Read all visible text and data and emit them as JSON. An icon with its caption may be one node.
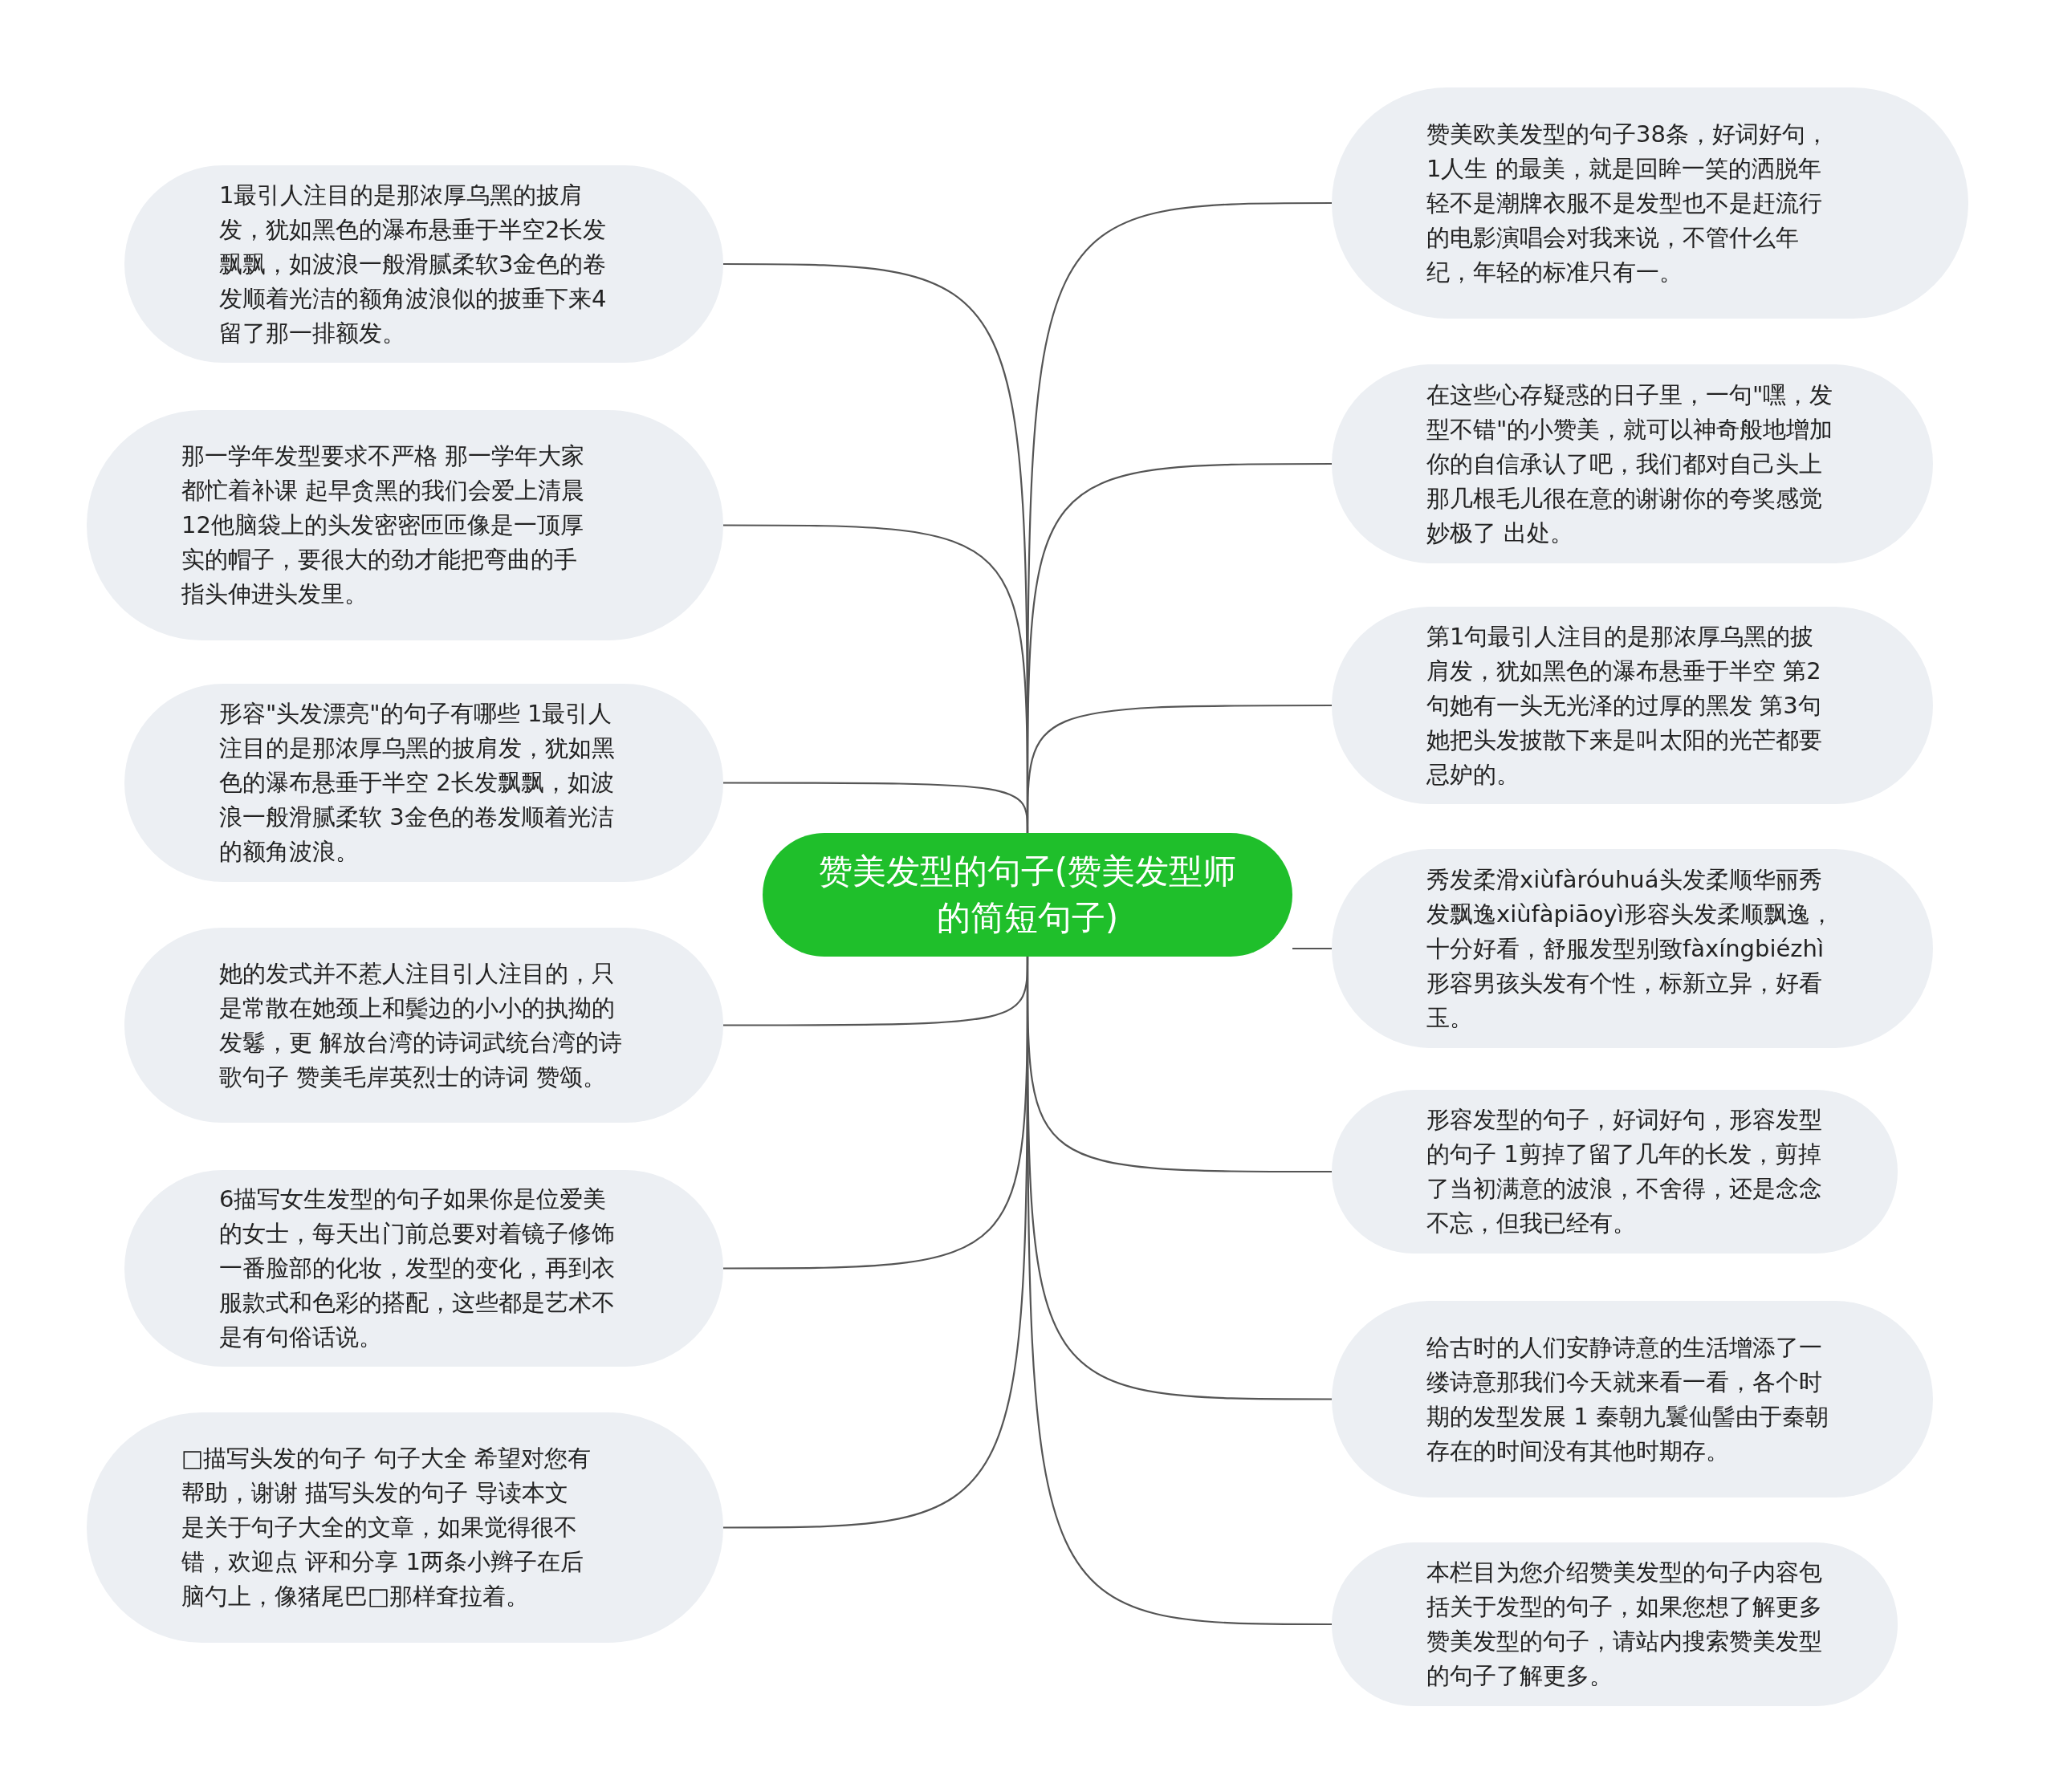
{
  "diagram": {
    "nodes": [
      {
        "text": [
          "赞美发型的句子(赞美发型师的简短句子)"
        ]
      },
      {
        "text": [
          "赞美欧美发型的句子38条，好词好句，1人生 的最美，就是回眸一笑的洒脱年轻不是潮牌衣服不是发型也不是赶流行的电影演唱会对我来说，不管什么年纪，年轻的标准只有一。"
        ]
      },
      {
        "text": [
          "在这些心存疑惑的日子里，一句\"嘿，发型不错\"的小赞美，就可以神奇般地增加你的自信承认了吧，我们都对自己头上那几根毛儿很在意的谢谢你的夸奖感觉妙极了 出处。"
        ]
      },
      {
        "text": [
          "第1句最引人注目的是那浓厚乌黑的披肩发，犹如黑色的瀑布悬垂于半空 第2句她有一头无光泽的过厚的黑发 第3句她把头发披散下来是叫太阳的光芒都要忌妒的。"
        ]
      },
      {
        "text": [
          "秀发柔滑xiùfàróuhuá头发柔顺华丽秀发飘逸xiùfàpiāoyì形容头发柔顺飘逸，十分好看，舒服发型别致fàxíngbiézhì形容男孩头发有个性，标新立异，好看玉。"
        ]
      },
      {
        "text": [
          "形容发型的句子，好词好句，形容发型的句子 1剪掉了留了几年的长发，剪掉了当初满意的波浪，不舍得，还是念念不忘，但我已经有。"
        ]
      },
      {
        "text": [
          "给古时的人们安静诗意的生活增添了一缕诗意那我们今天就来看一看，各个时期的发型发展 1 秦朝九鬟仙髻由于秦朝存在的时间没有其他时期存。"
        ]
      },
      {
        "text": [
          "本栏目为您介绍赞美发型的句子内容包括关于发型的句子，如果您想了解更多赞美发型的句子，请站内搜索赞美发型的句子了解更多。"
        ]
      },
      {
        "text": [
          "1最引人注目的是那浓厚乌黑的披肩发，犹如黑色的瀑布悬垂于半空2长发飘飘，如波浪一般滑腻柔软3金色的卷发顺着光洁的额角波浪似的披垂下来4留了那一排额发。"
        ]
      },
      {
        "text": [
          "那一学年发型要求不严格 那一学年大家都忙着补课 起早贪黑的我们会爱上清晨 12他脑袋上的头发密密匝匝像是一顶厚实的帽子，要很大的劲才能把弯曲的手指头伸进头发里。"
        ]
      },
      {
        "text": [
          "形容\"头发漂亮\"的句子有哪些 1最引人注目的是那浓厚乌黑的披肩发，犹如黑色的瀑布悬垂于半空 2长发飘飘，如波浪一般滑腻柔软 3金色的卷发顺着光洁的额角波浪。"
        ]
      },
      {
        "text": [
          "她的发式并不惹人注目引人注目的，只是常散在她颈上和鬓边的小小的执拗的发鬈，更  解放台湾的诗词武统台湾的诗歌句子 赞美毛岸英烈士的诗词 赞颂。"
        ]
      },
      {
        "text": [
          "6描写女生发型的句子如果你是位爱美的女士，每天出门前总要对着镜子修饰一番脸部的化妆，发型的变化，再到衣服款式和色彩的搭配，这些都是艺术不是有句俗话说。"
        ]
      },
      {
        "text": [
          "□描写头发的句子  句子大全 希望对您有帮助，谢谢 描写头发的句子 导读本文是关于句子大全的文章，如果觉得很不错，欢迎点 评和分享 1两条小辫子在后脑勺上，像猪尾巴□那样耷拉着。"
        ]
      }
    ],
    "edges": [
      {
        "from": 0,
        "to": 1,
        "arrow": "none"
      },
      {
        "from": 0,
        "to": 2,
        "arrow": "none"
      },
      {
        "from": 0,
        "to": 3,
        "arrow": "none"
      },
      {
        "from": 0,
        "to": 4,
        "arrow": "none"
      },
      {
        "from": 0,
        "to": 5,
        "arrow": "none"
      },
      {
        "from": 0,
        "to": 6,
        "arrow": "none"
      },
      {
        "from": 0,
        "to": 7,
        "arrow": "none"
      },
      {
        "from": 0,
        "to": 8,
        "arrow": "none"
      },
      {
        "from": 0,
        "to": 9,
        "arrow": "none"
      },
      {
        "from": 0,
        "to": 10,
        "arrow": "none"
      },
      {
        "from": 0,
        "to": 11,
        "arrow": "none"
      },
      {
        "from": 0,
        "to": 12,
        "arrow": "none"
      },
      {
        "from": 0,
        "to": 13,
        "arrow": "none"
      }
    ]
  }
}
